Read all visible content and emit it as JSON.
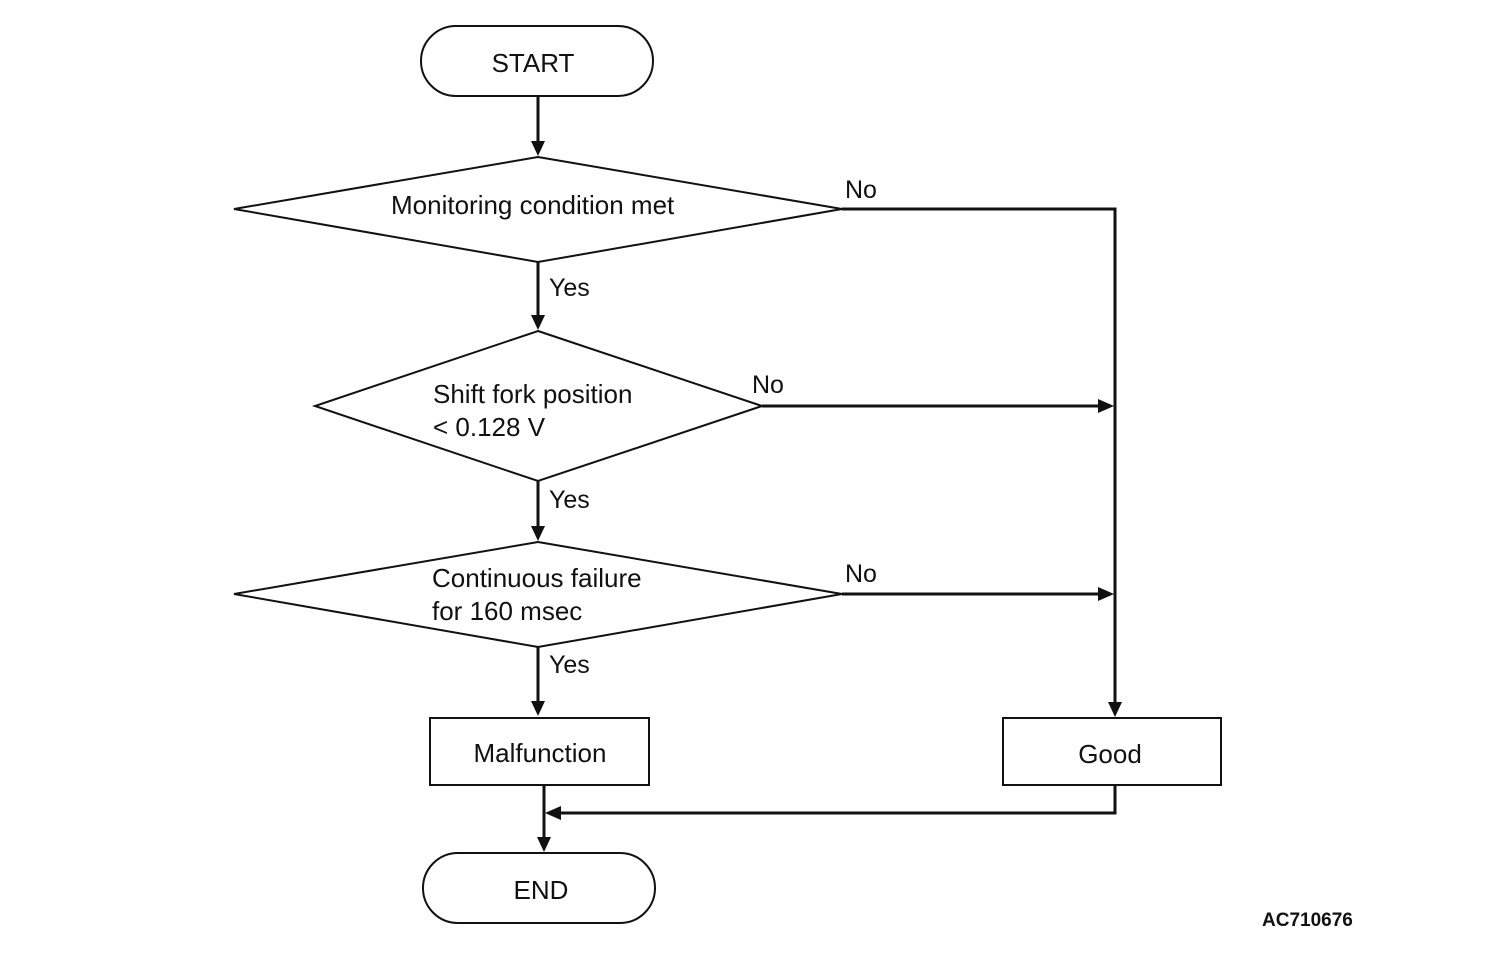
{
  "diagram": {
    "nodes": {
      "start": {
        "type": "terminal",
        "lines": [
          "START"
        ]
      },
      "monitoring": {
        "type": "decision",
        "lines": [
          "Monitoring condition met"
        ]
      },
      "shift_fork": {
        "type": "decision",
        "lines": [
          "Shift fork position",
          "< 0.128 V"
        ]
      },
      "continuous": {
        "type": "decision",
        "lines": [
          "Continuous failure",
          "for 160 msec"
        ]
      },
      "malfunction": {
        "type": "process",
        "lines": [
          "Malfunction"
        ]
      },
      "good": {
        "type": "process",
        "lines": [
          "Good"
        ]
      },
      "end": {
        "type": "terminal",
        "lines": [
          "END"
        ]
      }
    },
    "edges": [
      {
        "from": "start",
        "to": "monitoring",
        "label": ""
      },
      {
        "from": "monitoring",
        "to": "shift_fork",
        "label": "Yes"
      },
      {
        "from": "monitoring",
        "to": "good",
        "label": "No"
      },
      {
        "from": "shift_fork",
        "to": "continuous",
        "label": "Yes"
      },
      {
        "from": "shift_fork",
        "to": "good",
        "label": "No"
      },
      {
        "from": "continuous",
        "to": "malfunction",
        "label": "Yes"
      },
      {
        "from": "continuous",
        "to": "good",
        "label": "No"
      },
      {
        "from": "malfunction",
        "to": "end",
        "label": ""
      },
      {
        "from": "good",
        "to": "end",
        "label": ""
      }
    ],
    "reference_code": "AC710676"
  }
}
